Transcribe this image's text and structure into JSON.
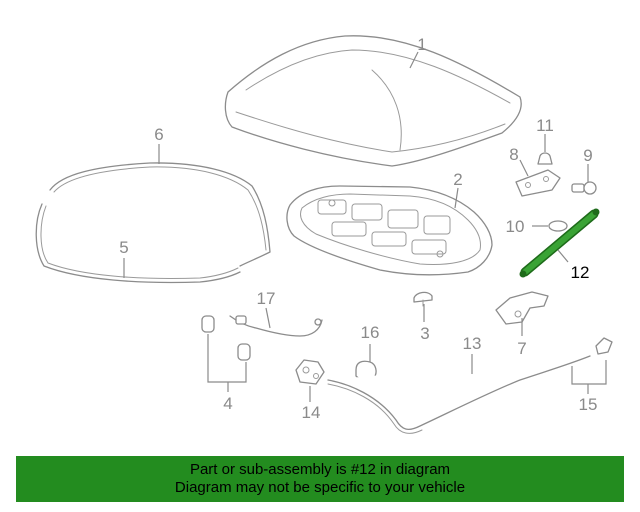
{
  "diagram": {
    "highlight_color": "#238c1f",
    "callouts": [
      {
        "id": "1",
        "label": "1"
      },
      {
        "id": "2",
        "label": "2"
      },
      {
        "id": "3",
        "label": "3"
      },
      {
        "id": "4",
        "label": "4"
      },
      {
        "id": "5",
        "label": "5"
      },
      {
        "id": "6",
        "label": "6"
      },
      {
        "id": "7",
        "label": "7"
      },
      {
        "id": "8",
        "label": "8"
      },
      {
        "id": "9",
        "label": "9"
      },
      {
        "id": "10",
        "label": "10"
      },
      {
        "id": "11",
        "label": "11"
      },
      {
        "id": "12",
        "label": "12"
      },
      {
        "id": "13",
        "label": "13"
      },
      {
        "id": "14",
        "label": "14"
      },
      {
        "id": "15",
        "label": "15"
      },
      {
        "id": "16",
        "label": "16"
      },
      {
        "id": "17",
        "label": "17"
      }
    ],
    "highlighted_part": "12"
  },
  "banner": {
    "line1": "Part or sub-assembly is #12 in diagram",
    "line2": "Diagram may not be specific to your vehicle",
    "background": "#238c1f"
  }
}
